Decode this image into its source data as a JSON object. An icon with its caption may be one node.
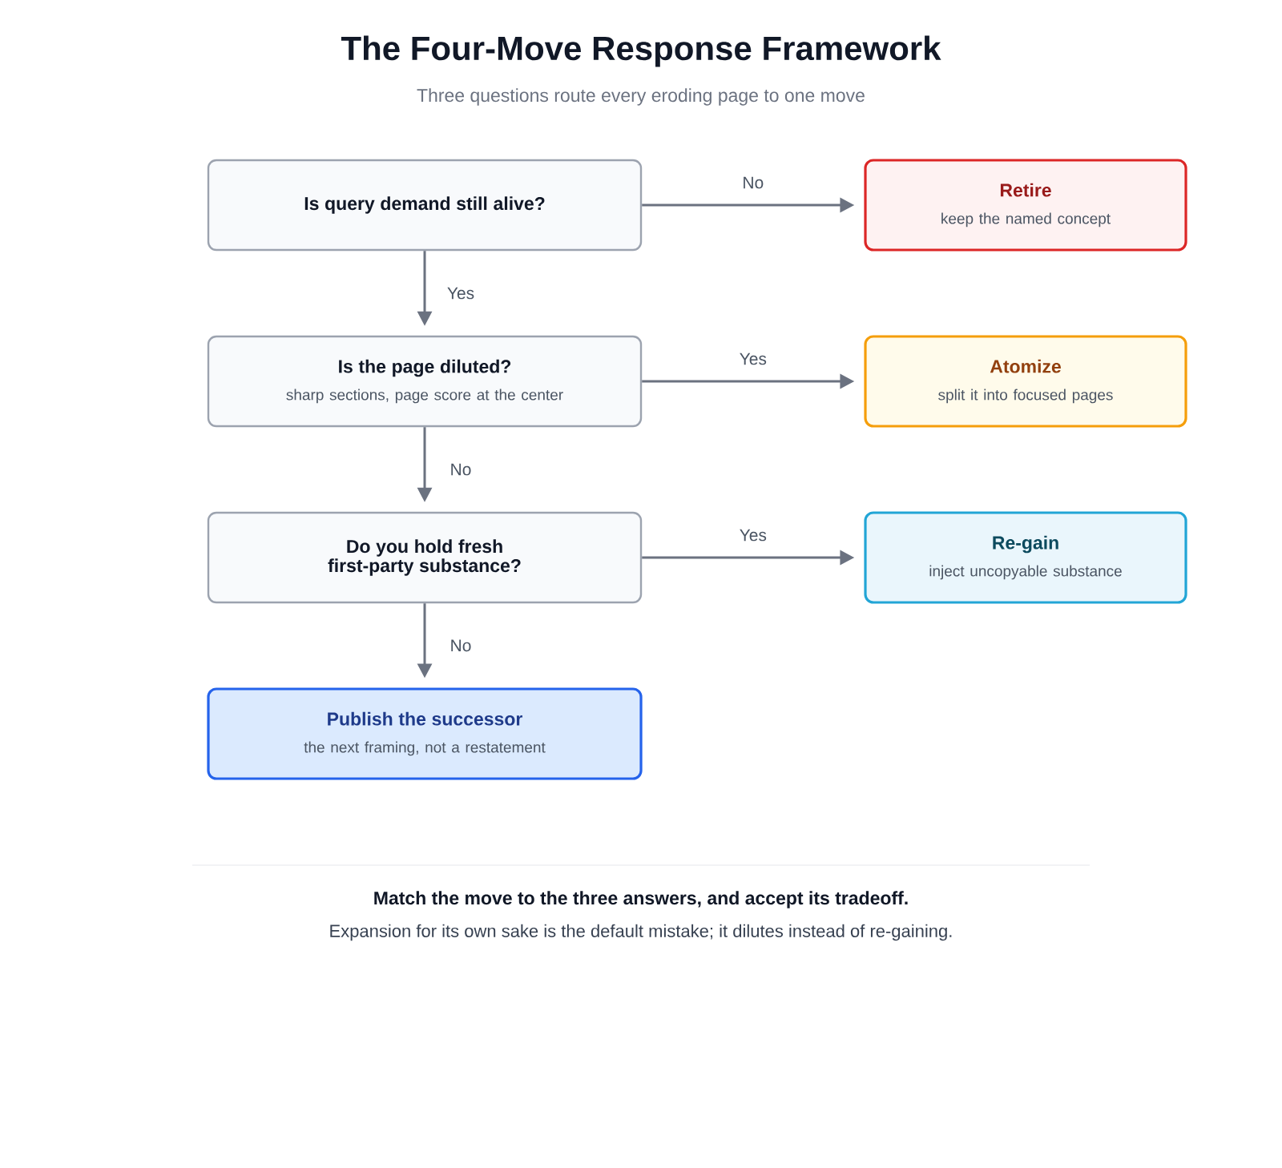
{
  "diagram": {
    "title": "The Four-Move Response Framework",
    "nodes": [
      {
        "text": [
          "Is query demand still alive?"
        ]
      },
      {
        "text": [
          "Retire",
          "keep the named concept"
        ]
      },
      {
        "text": [
          "Is the page diluted?",
          "sharp sections, page score at the center"
        ]
      },
      {
        "text": [
          "Atomize",
          "split it into focused pages"
        ]
      },
      {
        "text": [
          "Do you hold fresh first-party substance?"
        ]
      },
      {
        "text": [
          "Re-gain",
          "inject uncopyable substance"
        ]
      },
      {
        "text": [
          "Publish the successor",
          "the next framing, not a restatement"
        ]
      }
    ],
    "edges": [
      {
        "from": 0,
        "to": 1,
        "arrow": "to",
        "label": "No"
      },
      {
        "from": 0,
        "to": 2,
        "arrow": "to",
        "label": "Yes"
      },
      {
        "from": 2,
        "to": 3,
        "arrow": "to",
        "label": "Yes"
      },
      {
        "from": 2,
        "to": 4,
        "arrow": "to",
        "label": "No"
      },
      {
        "from": 4,
        "to": 5,
        "arrow": "to",
        "label": "Yes"
      },
      {
        "from": 4,
        "to": 6,
        "arrow": "to",
        "label": "No"
      }
    ],
    "labels": [
      "Three questions route every eroding page to one move",
      "Match the move to the three answers, and accept its tradeoff.",
      "Expansion for its own sake is the default mistake; it dilutes instead of re-gaining."
    ]
  }
}
